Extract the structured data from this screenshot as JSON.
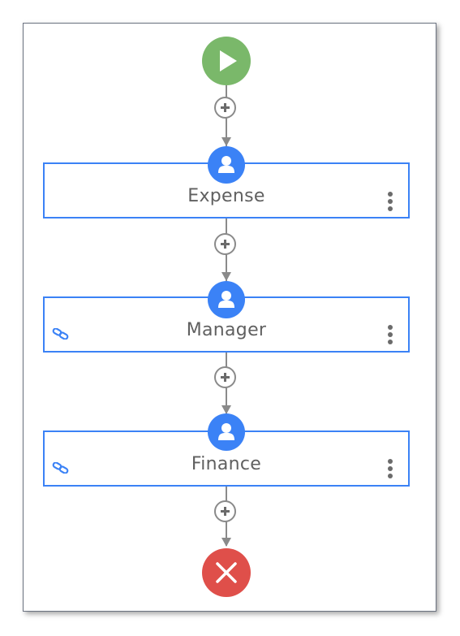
{
  "workflow": {
    "start_icon": "play-icon",
    "end_icon": "close-x-icon",
    "add_step_icon": "plus-icon",
    "step_user_icon": "user-icon",
    "step_link_icon": "link-icon",
    "step_menu_icon": "more-vertical-icon",
    "steps": [
      {
        "label": "Expense",
        "linked": false
      },
      {
        "label": "Manager",
        "linked": true
      },
      {
        "label": "Finance",
        "linked": true
      }
    ]
  },
  "colors": {
    "start": "#7ab86a",
    "end": "#df4f4a",
    "step_border": "#3b82f6",
    "connector": "#8a8a8a"
  }
}
